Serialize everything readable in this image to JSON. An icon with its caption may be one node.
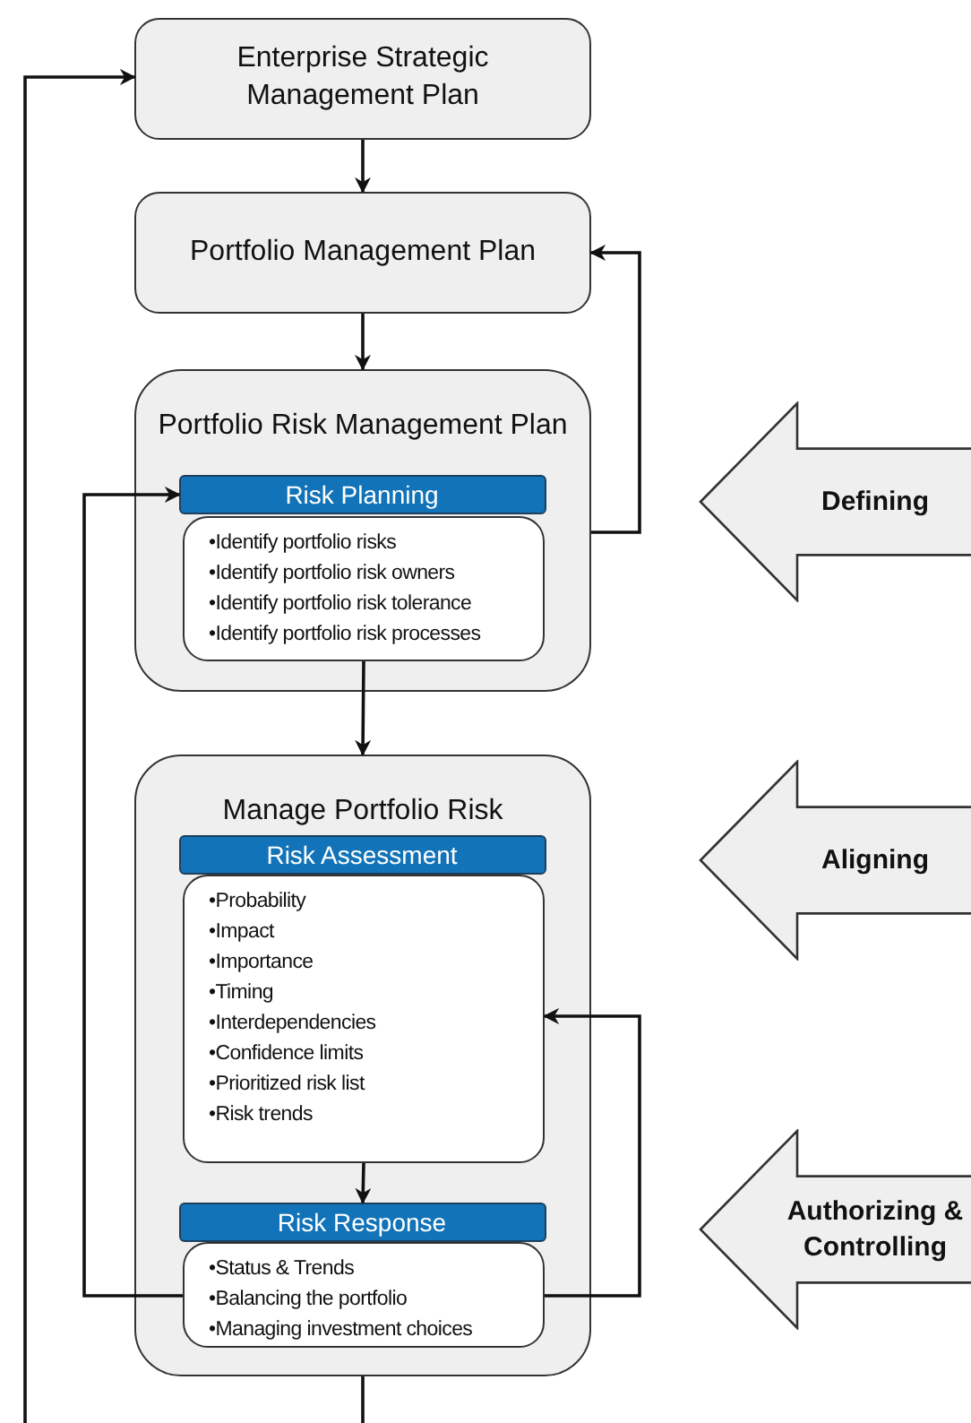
{
  "diagram": {
    "nodes": [
      {
        "text": [
          "Enterprise Strategic Management Plan"
        ]
      },
      {
        "text": [
          "Portfolio Management Plan"
        ]
      },
      {
        "text": [
          "Portfolio Risk Management Plan"
        ]
      },
      {
        "text": [
          "Risk Planning"
        ],
        "in": 2
      },
      {
        "text": [
          "•Identify portfolio risks",
          "•Identify portfolio risk owners",
          "•Identify portfolio risk tolerance",
          "•Identify portfolio risk processes"
        ],
        "in": 2
      },
      {
        "text": [
          "Manage Portfolio Risk"
        ]
      },
      {
        "text": [
          "Risk Assessment"
        ],
        "in": 5
      },
      {
        "text": [
          "•Probability",
          "•Impact",
          "•Importance",
          "•Timing",
          "•Interdependencies",
          "•Confidence limits",
          "•Prioritized risk list",
          "•Risk trends"
        ],
        "in": 5
      },
      {
        "text": [
          "Risk Response"
        ],
        "in": 5
      },
      {
        "text": [
          "•Status & Trends",
          "•Balancing the portfolio",
          "•Managing investment choices"
        ],
        "in": 5
      },
      {
        "text": [
          "Defining"
        ]
      },
      {
        "text": [
          "Aligning"
        ]
      },
      {
        "text": [
          "Authorizing & Controlling"
        ]
      }
    ],
    "edges": [
      {
        "from": 0,
        "to": 1,
        "arrow": "to"
      },
      {
        "from": 1,
        "to": 2,
        "arrow": "to"
      },
      {
        "from": 2,
        "to": 1,
        "arrow": "to"
      },
      {
        "from": 4,
        "to": 5,
        "arrow": "to"
      },
      {
        "from": 7,
        "to": 8,
        "arrow": "to"
      },
      {
        "from": 9,
        "to": 3,
        "arrow": "to"
      },
      {
        "from": 9,
        "to": 7,
        "arrow": "to"
      },
      {
        "from": 5,
        "to": null,
        "arrow": "none"
      },
      {
        "from": null,
        "to": 0,
        "arrow": "to"
      }
    ]
  }
}
